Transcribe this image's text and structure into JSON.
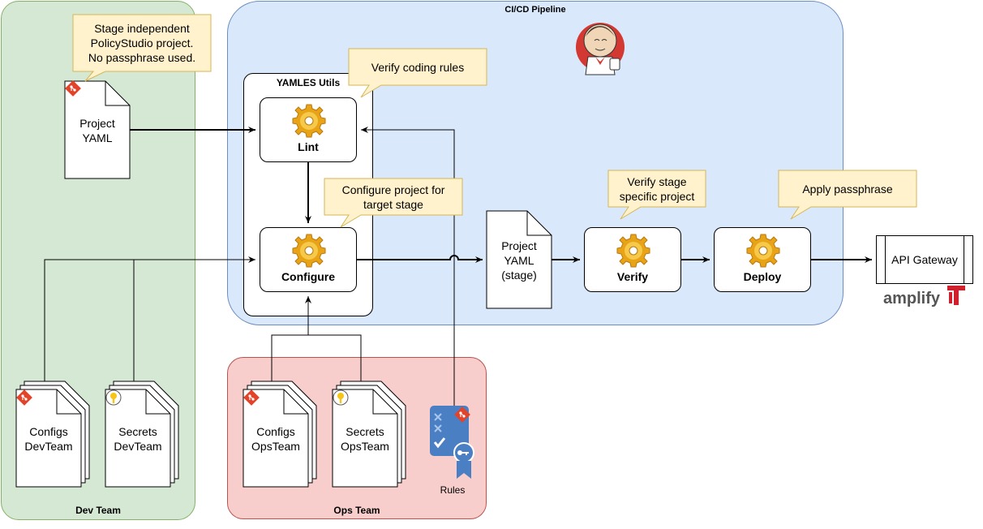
{
  "regions": {
    "dev_team": "Dev Team",
    "cicd": "CI/CD Pipeline",
    "ops_team": "Ops Team",
    "yamles_utils": "YAMLES Utils"
  },
  "steps": {
    "lint": "Lint",
    "configure": "Configure",
    "verify": "Verify",
    "deploy": "Deploy"
  },
  "notes": {
    "stage_independent": [
      "Stage independent",
      "PolicyStudio project.",
      "No passphrase used."
    ],
    "verify_coding_rules": "Verify coding rules",
    "configure_project": [
      "Configure project for",
      "target stage"
    ],
    "verify_stage": [
      "Verify stage",
      "specific project"
    ],
    "apply_passphrase": "Apply passphrase"
  },
  "documents": {
    "project_yaml": [
      "Project",
      "YAML"
    ],
    "project_yaml_stage": [
      "Project",
      "YAML",
      "(stage)"
    ],
    "configs_devteam": [
      "Configs",
      "DevTeam"
    ],
    "secrets_devteam": [
      "Secrets",
      "DevTeam"
    ],
    "configs_opsteam": [
      "Configs",
      "OpsTeam"
    ],
    "secrets_opsteam": [
      "Secrets",
      "OpsTeam"
    ]
  },
  "rules_label": "Rules",
  "api_gateway": "API Gateway",
  "amplify_logo_text": "amplify",
  "icons": [
    "jenkins-icon",
    "gear-icon",
    "git-icon",
    "key-icon",
    "rules-certificate-icon",
    "amplify-logo"
  ],
  "colors": {
    "dev_fill": "#d5e8d4",
    "cicd_fill": "#dae8fc",
    "ops_fill": "#f8cecc",
    "note_fill": "#fff2cc",
    "git_red": "#e24329",
    "gear_orange": "#f5a623",
    "amplify_red": "#d0202e"
  }
}
